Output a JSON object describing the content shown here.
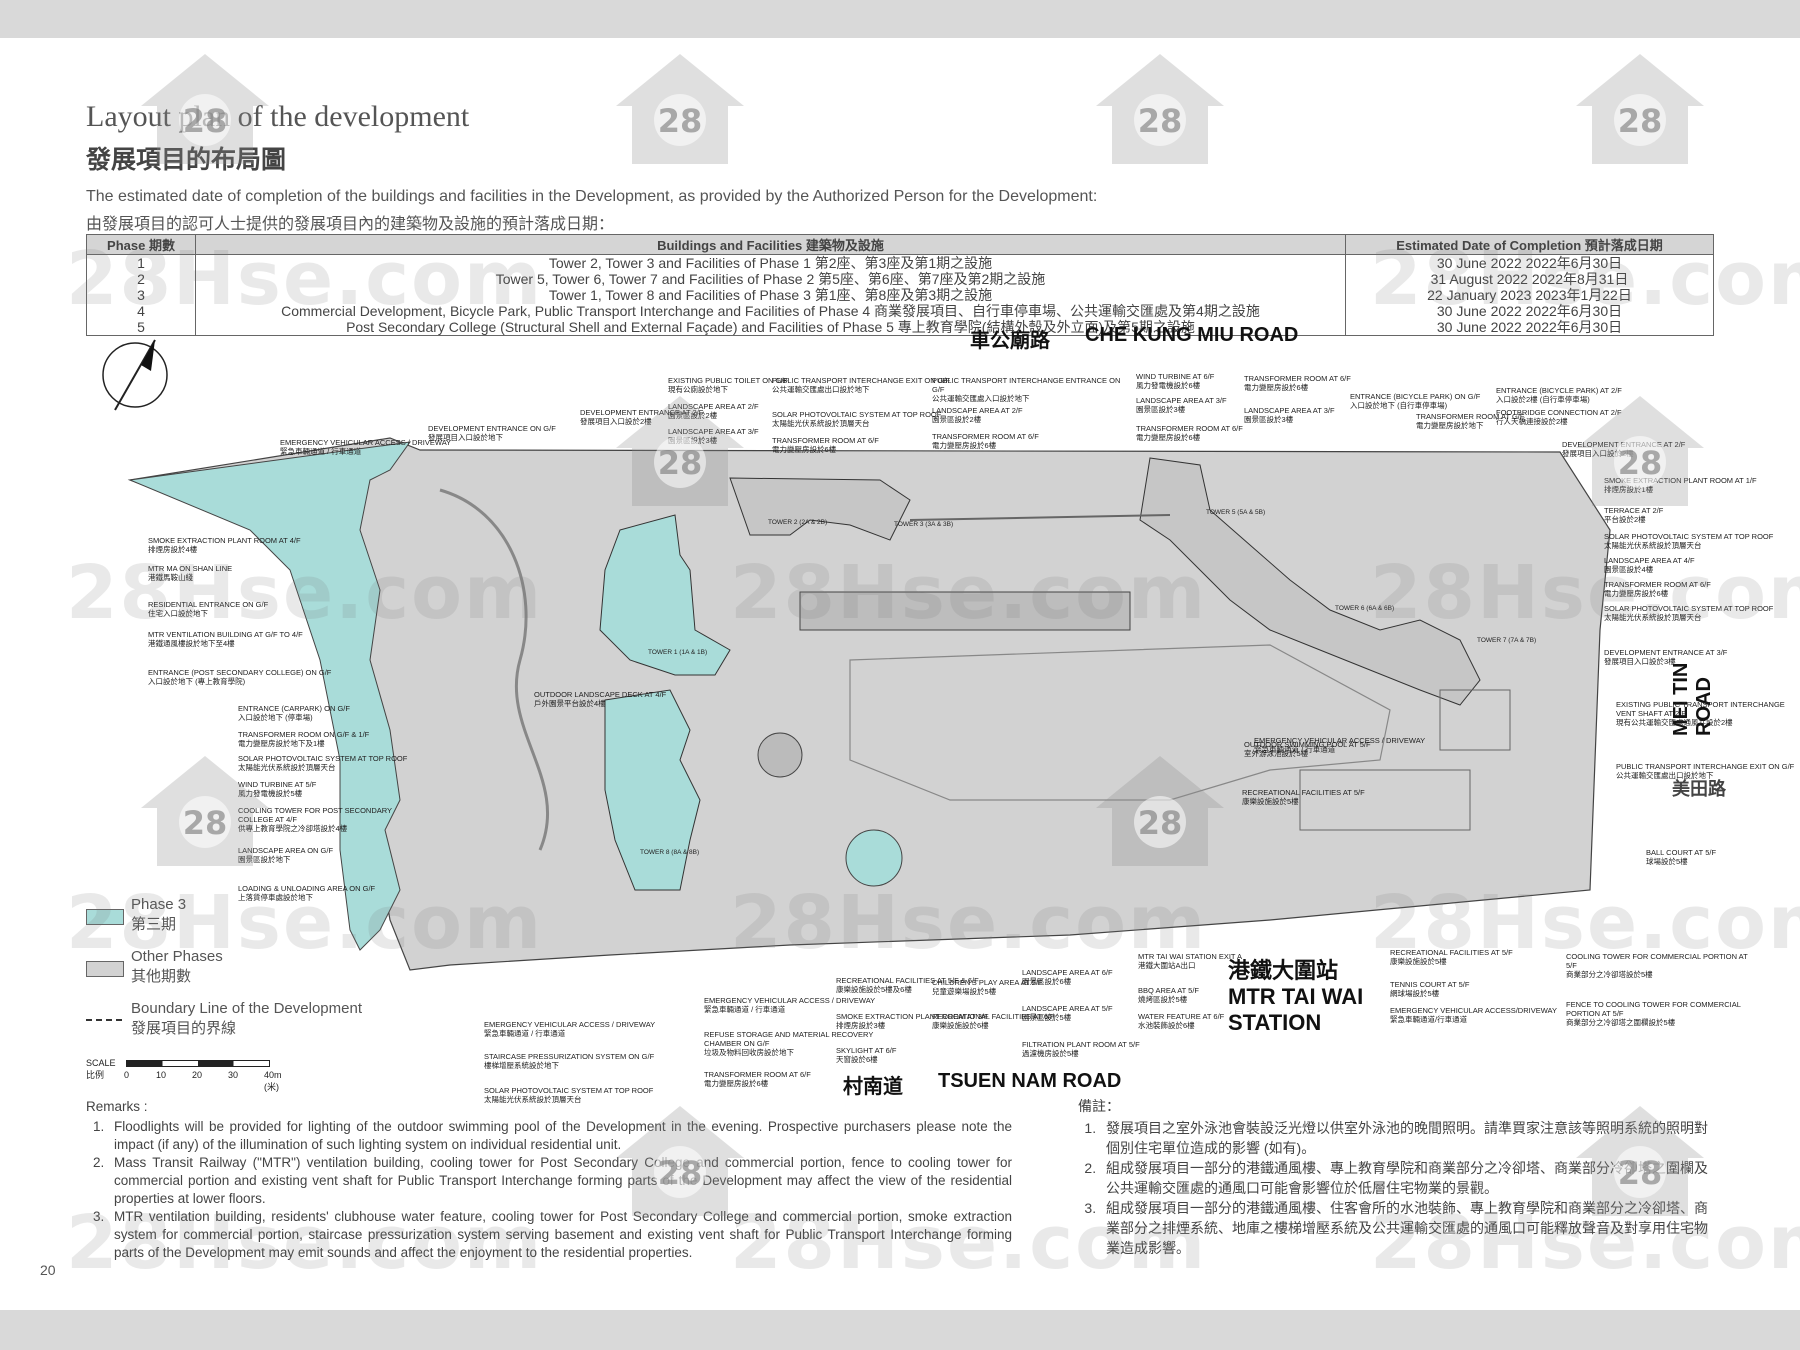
{
  "title": {
    "en": "Layout plan of the development",
    "zh": "發展項目的布局圖"
  },
  "intro": {
    "en": "The estimated date of completion of the buildings and facilities in the Development, as provided by the Authorized Person for the Development:",
    "zh": "由發展項目的認可人士提供的發展項目內的建築物及設施的預計落成日期："
  },
  "phase_table": {
    "headers": [
      "Phase 期數",
      "Buildings and Facilities 建築物及設施",
      "Estimated Date of Completion 預計落成日期"
    ],
    "rows": [
      [
        "1",
        "Tower 2, Tower 3 and Facilities of Phase 1  第2座、第3座及第1期之設施",
        "30 June 2022  2022年6月30日"
      ],
      [
        "2",
        "Tower 5, Tower 6, Tower 7 and Facilities of Phase 2  第5座、第6座、第7座及第2期之設施",
        "31 August 2022  2022年8月31日"
      ],
      [
        "3",
        "Tower 1, Tower 8 and Facilities of Phase 3  第1座、第8座及第3期之設施",
        "22 January 2023  2023年1月22日"
      ],
      [
        "4",
        "Commercial Development, Bicycle Park, Public Transport Interchange and Facilities of Phase 4  商業發展項目、自行車停車場、公共運輸交匯處及第4期之設施",
        "30 June 2022  2022年6月30日"
      ],
      [
        "5",
        "Post Secondary College (Structural Shell and External Façade) and Facilities of Phase 5  專上教育學院(結構外殼及外立面)及第5期之設施",
        "30 June 2022  2022年6月30日"
      ]
    ]
  },
  "roads": {
    "che_kung_miu_zh": "車公廟路",
    "che_kung_miu_en": "CHE KUNG MIU ROAD",
    "tsuen_nam_zh": "村南道",
    "tsuen_nam_en": "TSUEN NAM ROAD",
    "mei_tin_en": "MEI TIN ROAD",
    "mei_tin_zh": "美田路"
  },
  "station": {
    "zh": "港鐵大圍站",
    "en1": "MTR TAI WAI",
    "en2": "STATION"
  },
  "plan_labels": [
    {
      "en": "EXISTING PUBLIC TOILET ON G/F",
      "zh": "現有公廁設於地下"
    },
    {
      "en": "LANDSCAPE AREA AT 2/F",
      "zh": "園景區設於2樓"
    },
    {
      "en": "LANDSCAPE AREA AT 3/F",
      "zh": "園景區設於3樓"
    },
    {
      "en": "PUBLIC TRANSPORT INTERCHANGE EXIT ON G/F",
      "zh": "公共運輸交匯處出口設於地下"
    },
    {
      "en": "SOLAR PHOTOVOLTAIC SYSTEM AT TOP ROOF",
      "zh": "太陽能光伏系統設於頂層天台"
    },
    {
      "en": "TRANSFORMER ROOM AT 6/F",
      "zh": "電力變壓房設於6樓"
    },
    {
      "en": "PUBLIC TRANSPORT INTERCHANGE ENTRANCE ON G/F",
      "zh": "公共運輸交匯處入口設於地下"
    },
    {
      "en": "LANDSCAPE AREA AT 2/F",
      "zh": "園景區設於2樓"
    },
    {
      "en": "TRANSFORMER ROOM AT 6/F",
      "zh": "電力變壓房設於6樓"
    },
    {
      "en": "WIND TURBINE AT 6/F",
      "zh": "風力發電機設於6樓"
    },
    {
      "en": "LANDSCAPE AREA AT 3/F",
      "zh": "園景區設於3樓"
    },
    {
      "en": "TRANSFORMER ROOM AT 6/F",
      "zh": "電力變壓房設於6樓"
    },
    {
      "en": "TRANSFORMER ROOM AT 6/F",
      "zh": "電力變壓房設於6樓"
    },
    {
      "en": "LANDSCAPE AREA AT 3/F",
      "zh": "園景區設於3樓"
    },
    {
      "en": "ENTRANCE (BICYCLE PARK) ON G/F",
      "zh": "入口設於地下 (自行車停車場)"
    },
    {
      "en": "TRANSFORMER ROOM AT G/F",
      "zh": "電力變壓房設於地下"
    },
    {
      "en": "ENTRANCE (BICYCLE PARK) AT 2/F",
      "zh": "入口設於2樓 (自行車停車場)"
    },
    {
      "en": "FOOTBRIDGE CONNECTION AT 2/F",
      "zh": "行人天橋連接設於2樓"
    },
    {
      "en": "DEVELOPMENT ENTRANCE ON G/F",
      "zh": "發展項目入口設於地下"
    },
    {
      "en": "DEVELOPMENT ENTRANCE AT 2/F",
      "zh": "發展項目入口設於2樓"
    },
    {
      "en": "DEVELOPMENT ENTRANCE AT 2/F",
      "zh": "發展項目入口設於2樓"
    },
    {
      "en": "EMERGENCY VEHICULAR ACCESS / DRIVEWAY",
      "zh": "緊急車輛通道 / 行車通道"
    },
    {
      "en": "SMOKE EXTRACTION PLANT ROOM AT 4/F",
      "zh": "排煙房設於4樓"
    },
    {
      "en": "MTR MA ON SHAN LINE",
      "zh": "港鐵馬鞍山綫"
    },
    {
      "en": "RESIDENTIAL ENTRANCE ON G/F",
      "zh": "住宅入口設於地下"
    },
    {
      "en": "MTR VENTILATION BUILDING AT G/F TO 4/F",
      "zh": "港鐵通風樓設於地下至4樓"
    },
    {
      "en": "ENTRANCE (POST SECONDARY COLLEGE) ON G/F",
      "zh": "入口設於地下 (專上教育學院)"
    },
    {
      "en": "ENTRANCE (CARPARK) ON G/F",
      "zh": "入口設於地下 (停車場)"
    },
    {
      "en": "TRANSFORMER ROOM ON G/F & 1/F",
      "zh": "電力變壓房設於地下及1樓"
    },
    {
      "en": "SOLAR PHOTOVOLTAIC SYSTEM AT TOP ROOF",
      "zh": "太陽能光伏系統設於頂層天台"
    },
    {
      "en": "WIND TURBINE AT 5/F",
      "zh": "風力發電機設於5樓"
    },
    {
      "en": "COOLING TOWER FOR POST SECONDARY COLLEGE AT 4/F",
      "zh": "供專上教育學院之冷卻塔設於4樓"
    },
    {
      "en": "LANDSCAPE AREA ON G/F",
      "zh": "園景區設於地下"
    },
    {
      "en": "LOADING & UNLOADING AREA ON G/F",
      "zh": "上落貨停車處設於地下"
    },
    {
      "en": "OUTDOOR LANDSCAPE DECK AT 4/F",
      "zh": "戶外園景平台設於4樓"
    },
    {
      "en": "EMERGENCY VEHICULAR ACCESS / DRIVEWAY",
      "zh": "緊急車輛通道 / 行車通道"
    },
    {
      "en": "STAIRCASE PRESSURIZATION SYSTEM ON G/F",
      "zh": "樓梯增壓系統設於地下"
    },
    {
      "en": "SOLAR PHOTOVOLTAIC SYSTEM AT TOP ROOF",
      "zh": "太陽能光伏系統設於頂層天台"
    },
    {
      "en": "EMERGENCY VEHICULAR ACCESS / DRIVEWAY",
      "zh": "緊急車輛通道 / 行車通道"
    },
    {
      "en": "REFUSE STORAGE AND MATERIAL RECOVERY CHAMBER ON G/F",
      "zh": "垃圾及物料回收房設於地下"
    },
    {
      "en": "TRANSFORMER ROOM AT 6/F",
      "zh": "電力變壓房設於6樓"
    },
    {
      "en": "RECREATIONAL FACILITIES AT 5/F & 6/F",
      "zh": "康樂設施設於5樓及6樓"
    },
    {
      "en": "SMOKE EXTRACTION PLANT ROOM AT 3/F",
      "zh": "排煙房設於3樓"
    },
    {
      "en": "SKYLIGHT AT 6/F",
      "zh": "天窗設於6樓"
    },
    {
      "en": "CHILDREN'S PLAY AREA AT 5/F",
      "zh": "兒童遊樂場設於5樓"
    },
    {
      "en": "RECREATIONAL FACILITIES AT 6/F",
      "zh": "康樂設施設於6樓"
    },
    {
      "en": "LANDSCAPE AREA AT 6/F",
      "zh": "園景區設於6樓"
    },
    {
      "en": "LANDSCAPE AREA AT 5/F",
      "zh": "園景區設於5樓"
    },
    {
      "en": "FILTRATION PLANT ROOM AT 5/F",
      "zh": "過濾機房設於5樓"
    },
    {
      "en": "MTR TAI WAI STATION EXIT A",
      "zh": "港鐵大圍站A出口"
    },
    {
      "en": "BBQ AREA AT 5/F",
      "zh": "燒烤區設於5樓"
    },
    {
      "en": "WATER FEATURE AT 6/F",
      "zh": "水池裝飾設於6樓"
    },
    {
      "en": "RECREATIONAL FACILITIES AT 5/F",
      "zh": "康樂設施設於5樓"
    },
    {
      "en": "TENNIS COURT AT 5/F",
      "zh": "網球場設於5樓"
    },
    {
      "en": "EMERGENCY VEHICULAR ACCESS/DRIVEWAY",
      "zh": "緊急車輛通道/行車通道"
    },
    {
      "en": "COOLING TOWER FOR COMMERCIAL PORTION AT 5/F",
      "zh": "商業部分之冷卻塔設於5樓"
    },
    {
      "en": "FENCE TO COOLING TOWER FOR COMMERCIAL PORTION AT 5/F",
      "zh": "商業部分之冷卻塔之圍欄設於5樓"
    },
    {
      "en": "BALL COURT AT 5/F",
      "zh": "球場設於5樓"
    },
    {
      "en": "PUBLIC TRANSPORT INTERCHANGE EXIT ON G/F",
      "zh": "公共運輸交匯處出口設於地下"
    },
    {
      "en": "EXISTING PUBLIC TRANSPORT INTERCHANGE VENT SHAFT AT 2/F",
      "zh": "現有公共運輸交匯處通風井設於2樓"
    },
    {
      "en": "DEVELOPMENT ENTRANCE AT 3/F",
      "zh": "發展項目入口設於3樓"
    },
    {
      "en": "SOLAR PHOTOVOLTAIC SYSTEM AT TOP ROOF",
      "zh": "太陽能光伏系統設於頂層天台"
    },
    {
      "en": "TRANSFORMER ROOM AT 6/F",
      "zh": "電力變壓房設於6樓"
    },
    {
      "en": "LANDSCAPE AREA AT 4/F",
      "zh": "園景區設於4樓"
    },
    {
      "en": "SOLAR PHOTOVOLTAIC SYSTEM AT TOP ROOF",
      "zh": "太陽能光伏系統設於頂層天台"
    },
    {
      "en": "TERRACE AT 2/F",
      "zh": "平台設於2樓"
    },
    {
      "en": "SMOKE EXTRACTION PLANT ROOM AT 1/F",
      "zh": "排煙房設於1樓"
    },
    {
      "en": "EMERGENCY VEHICULAR ACCESS / DRIVEWAY",
      "zh": "緊急車輛通道 / 行車通道"
    },
    {
      "en": "RECREATIONAL FACILITIES AT 5/F",
      "zh": "康樂設施設於5樓"
    },
    {
      "en": "OUTDOOR SWIMMING POOL AT 5/F",
      "zh": "室外游泳池設於5樓"
    }
  ],
  "tower_labels": [
    "TOWER 1 (1A & 1B)",
    "TOWER 2 (2A & 2B)",
    "TOWER 3 (3A & 3B)",
    "TOWER 5 (5A & 5B)",
    "TOWER 6 (6A & 6B)",
    "TOWER 7 (7A & 7B)",
    "TOWER 8 (8A & 8B)"
  ],
  "legend": [
    {
      "en": "Phase 3",
      "zh": "第三期"
    },
    {
      "en": "Other Phases",
      "zh": "其他期數"
    },
    {
      "en": "Boundary Line of the Development",
      "zh": "發展項目的界線"
    }
  ],
  "scale": {
    "label_en": "SCALE",
    "label_zh": "比例",
    "ticks": [
      "0",
      "10",
      "20",
      "30",
      "40m (米)"
    ]
  },
  "remarks": {
    "heading": "Remarks :",
    "items": [
      "Floodlights will be provided for lighting of the outdoor swimming pool of the Development in the evening. Prospective purchasers please note the impact (if any) of the illumination of such lighting system on individual residential unit.",
      "Mass Transit Railway (\"MTR\") ventilation building, cooling tower for Post Secondary College and commercial portion, fence to cooling tower for commercial portion and existing vent shaft for Public Transport Interchange forming parts of the Development may affect the view of the residential properties at lower floors.",
      "MTR ventilation building, residents' clubhouse water feature, cooling tower for Post Secondary College and commercial portion, smoke extraction system for commercial portion, staircase pressurization system serving basement and existing vent shaft for Public Transport Interchange forming parts of the Development may emit sounds and affect the enjoyment to the residential properties."
    ]
  },
  "remarks_zh": {
    "heading": "備註：",
    "items": [
      "發展項目之室外泳池會裝設泛光燈以供室外泳池的晚間照明。請準買家注意該等照明系統的照明對個別住宅單位造成的影響 (如有)。",
      "組成發展項目一部分的港鐵通風樓、專上教育學院和商業部分之冷卻塔、商業部分冷卻塔之圍欄及公共運輸交匯處的通風口可能會影響位於低層住宅物業的景觀。",
      "組成發展項目一部分的港鐵通風樓、住客會所的水池裝飾、專上教育學院和商業部分之冷卻塔、商業部分之排煙系統、地庫之樓梯增壓系統及公共運輸交匯處的通風口可能釋放聲音及對享用住宅物業造成影響。"
    ]
  },
  "page_number": "20",
  "watermark": {
    "badge": "28",
    "text": "28Hse.com"
  },
  "colors": {
    "phase3": "#a9dcd9",
    "other_phases": "#d2d2d2",
    "band": "#d9d9d9"
  }
}
